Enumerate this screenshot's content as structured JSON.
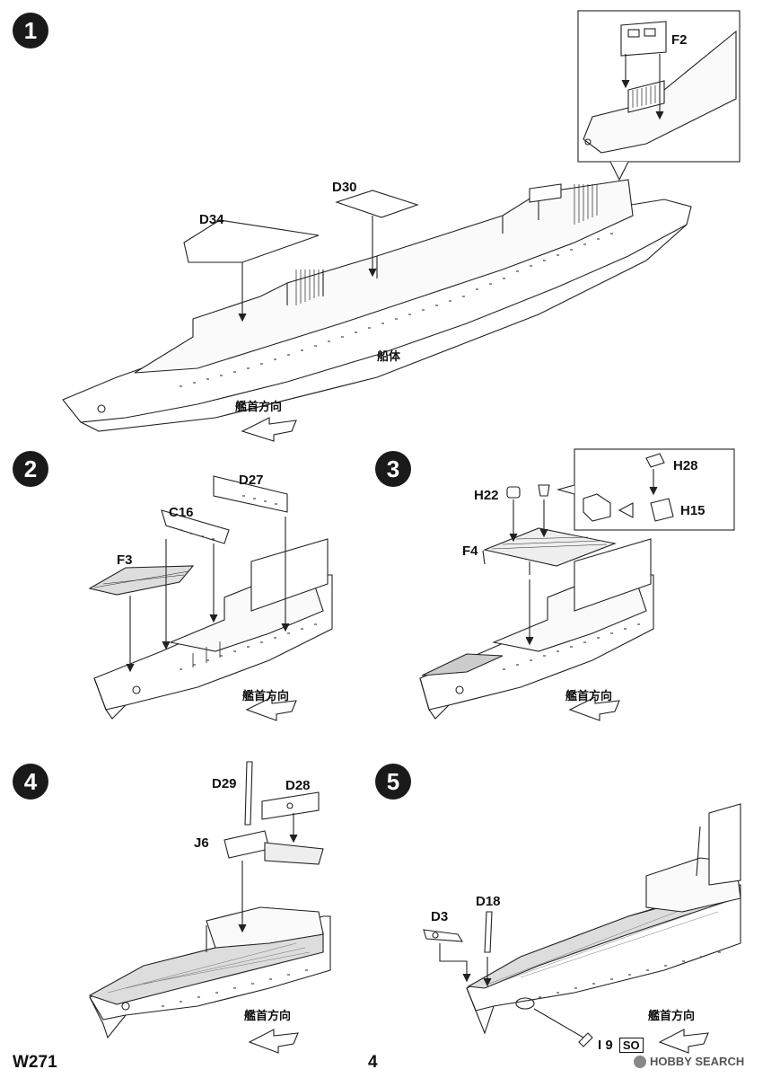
{
  "steps": [
    {
      "number": "1",
      "parts": [
        "D34",
        "D30",
        "F2"
      ],
      "hull_label": "船体",
      "direction_label": "艦首方向"
    },
    {
      "number": "2",
      "parts": [
        "D27",
        "C16",
        "F3"
      ],
      "direction_label": "艦首方向"
    },
    {
      "number": "3",
      "parts": [
        "H22",
        "H28",
        "F4",
        "H15"
      ],
      "direction_label": "艦首方向"
    },
    {
      "number": "4",
      "parts": [
        "D29",
        "D28",
        "J6"
      ],
      "direction_label": "艦首方向"
    },
    {
      "number": "5",
      "parts": [
        "D18",
        "D3"
      ],
      "direction_label": "艦首方向",
      "paint_code": "I 9",
      "paint_box": "SO"
    }
  ],
  "footer": {
    "code": "W271",
    "page_number": "4",
    "watermark": "HOBBY SEARCH"
  }
}
